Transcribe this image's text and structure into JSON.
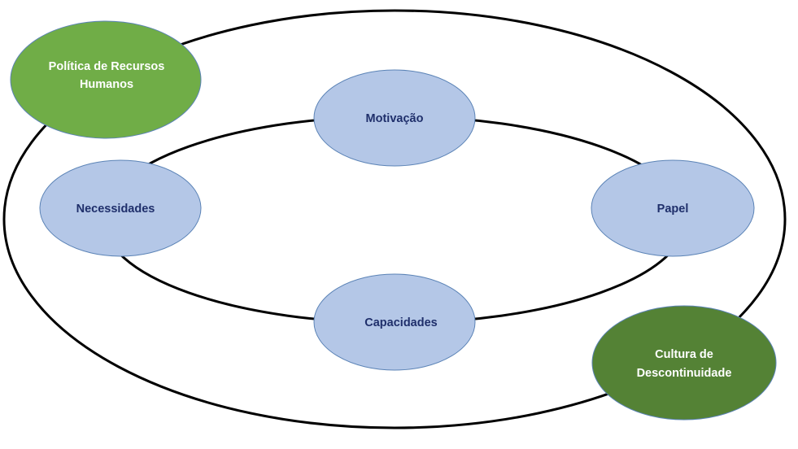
{
  "diagram": {
    "outer_ring_nodes": [
      {
        "id": "politica",
        "lines": [
          "Política de Recursos",
          "Humanos"
        ],
        "color": "#70ad47"
      },
      {
        "id": "cultura",
        "lines": [
          "Cultura de",
          "Descontinuidade"
        ],
        "color": "#548235"
      }
    ],
    "inner_ring_nodes": [
      {
        "id": "motivacao",
        "lines": [
          "Motivação"
        ],
        "color": "#b4c7e7"
      },
      {
        "id": "necessidades",
        "lines": [
          "Necessidades"
        ],
        "color": "#b4c7e7"
      },
      {
        "id": "papel",
        "lines": [
          "Papel"
        ],
        "color": "#b4c7e7"
      },
      {
        "id": "capacidades",
        "lines": [
          "Capacidades"
        ],
        "color": "#b4c7e7"
      }
    ],
    "colors": {
      "ring_stroke": "#000000",
      "node_border": "#5b83b6",
      "inner_text": "#1f2f6b",
      "outer_text": "#ffffff"
    }
  }
}
